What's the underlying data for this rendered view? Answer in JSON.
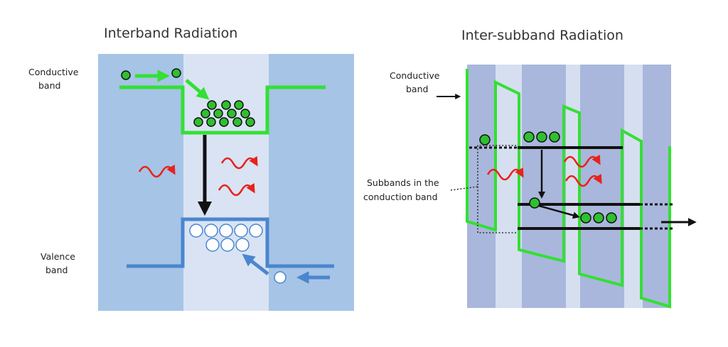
{
  "colors": {
    "outer_panel": "#a6c4e6",
    "inner_well": "#d9e3f3",
    "isb_dark": "#a9b7dc",
    "isb_light": "#d6dff0",
    "conduction_line": "#33e033",
    "valence_line": "#4a86cf",
    "electron_fill": "#2fbf2f",
    "hole_fill": "#ffffff",
    "photon": "#e8221b",
    "arrow_black": "#111111"
  },
  "left_panel": {
    "title": "Interband Radiation",
    "conductive_label": [
      "Conductive",
      "band"
    ],
    "valence_label": [
      "Valence",
      "band"
    ],
    "electron_icon": "circle-filled-green",
    "hole_icon": "circle-outline-blue",
    "photon_icon": "wavy-arrow-red"
  },
  "right_panel": {
    "title": "Inter-subband Radiation",
    "conductive_label": [
      "Conductive",
      "band"
    ],
    "subbands_label": [
      "Subbands in the",
      "conduction band"
    ],
    "electron_icon": "circle-filled-green",
    "photon_icon": "wavy-arrow-red"
  }
}
